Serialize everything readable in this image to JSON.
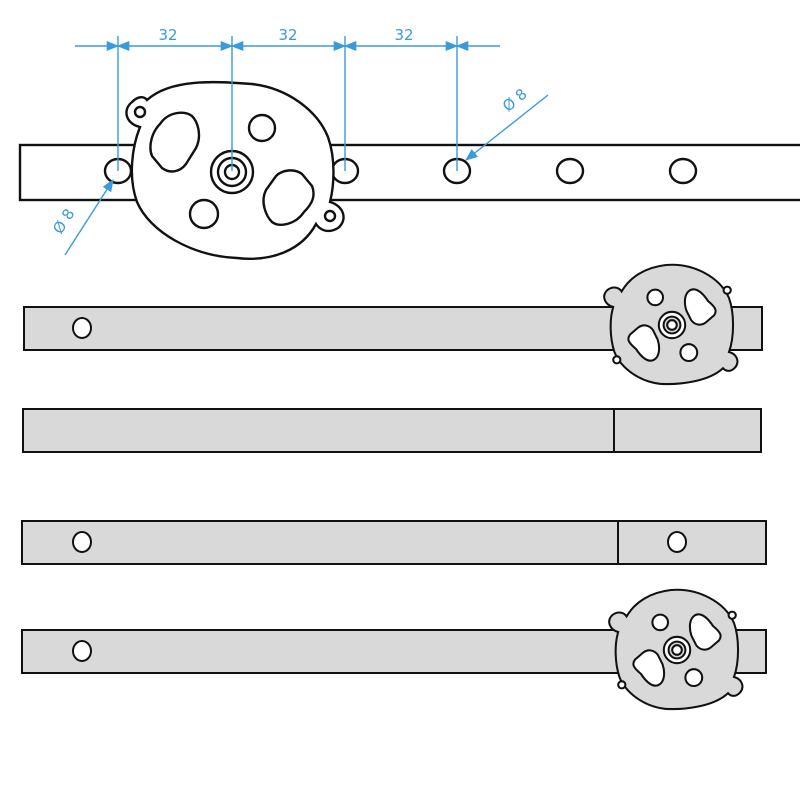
{
  "colors": {
    "background": "#ffffff",
    "outline": "#111111",
    "bar_fill": "#d9d9d9",
    "plate_fill": "#d9d9d9",
    "dimension": "#3a9bdc"
  },
  "dimensions": {
    "spacing_1": "32",
    "spacing_2": "32",
    "spacing_3": "32",
    "hole_dia_left": "Ø 8",
    "hole_dia_right": "Ø 8"
  }
}
